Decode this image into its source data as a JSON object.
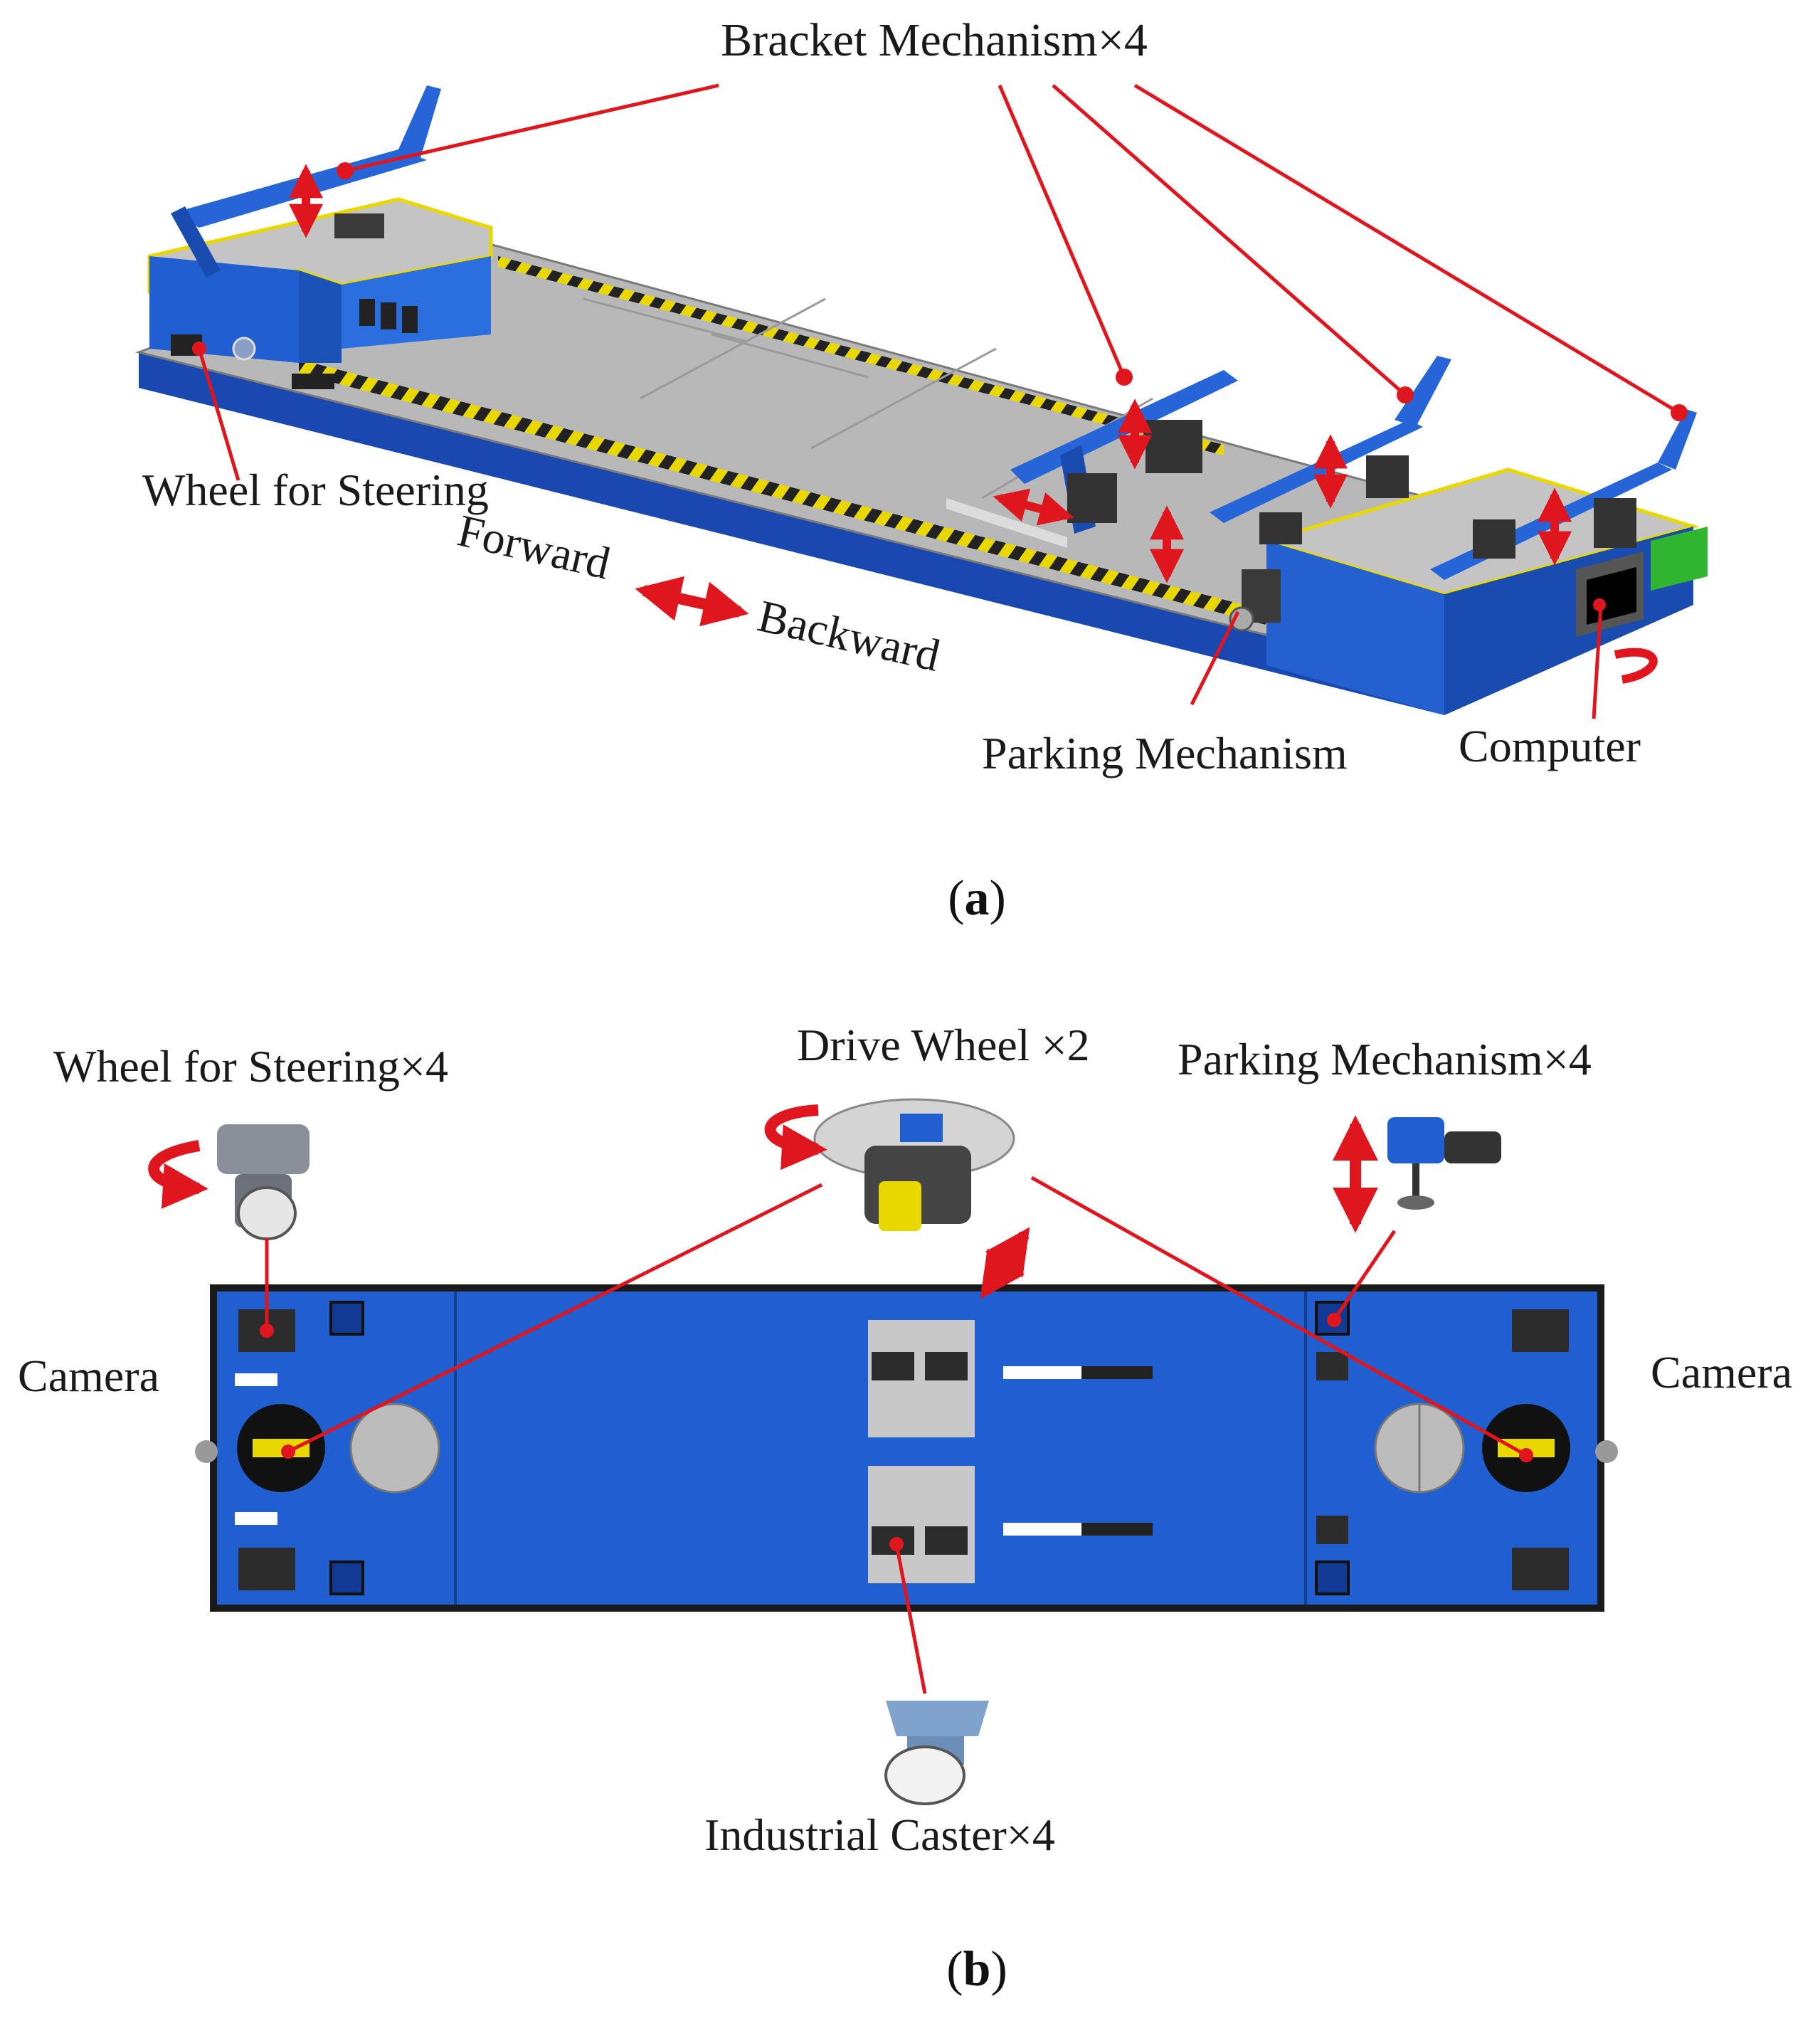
{
  "panel_a": {
    "caption_letter": "a",
    "labels": {
      "bracket": "Bracket Mechanism×4",
      "wheel_steering": "Wheel for Steering",
      "forward": "Forward",
      "backward": "Backward",
      "parking": "Parking Mechanism",
      "computer": "Computer"
    }
  },
  "panel_b": {
    "caption_letter": "b",
    "labels": {
      "wheel_steering": "Wheel for Steering×4",
      "drive_wheel": "Drive Wheel ×2",
      "parking": "Parking Mechanism×4",
      "camera_left": "Camera",
      "camera_right": "Camera",
      "caster": "Industrial Caster×4"
    }
  },
  "colors": {
    "vehicle_blue": "#1f5fd0",
    "deck_gray": "#bfbfbf",
    "annotation_red": "#e0161e",
    "hazard_yellow": "#e8d800",
    "computer_green": "#2fb52f"
  }
}
